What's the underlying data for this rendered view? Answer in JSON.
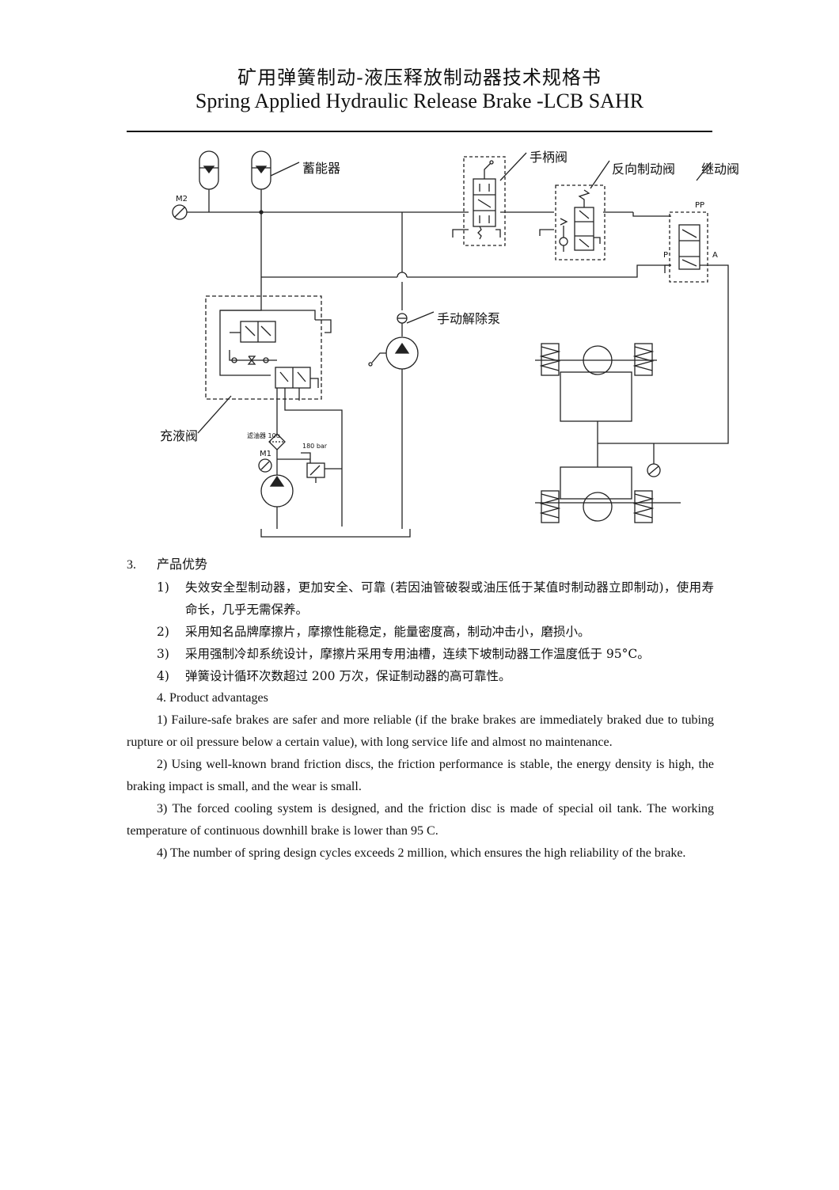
{
  "header": {
    "title_cn": "矿用弹簧制动-液压释放制动器技术规格书",
    "title_en": "Spring Applied Hydraulic Release Brake -LCB SAHR"
  },
  "diagram": {
    "labels": {
      "accumulator": "蓄能器",
      "handle_valve": "手柄阀",
      "reverse_brake_valve": "反向制动阀",
      "relay_valve": "继动阀",
      "manual_release_pump": "手动解除泵",
      "charging_valve": "充液阀",
      "gauge_m2": "M2",
      "gauge_m1": "M1",
      "filter": "滤油器 10u",
      "relief_pressure": "180 bar",
      "port_pp": "PP",
      "port_p": "P",
      "port_a": "A"
    }
  },
  "section_cn": {
    "number": "3.",
    "heading": "产品优势",
    "items": [
      {
        "num": "1)",
        "text": "失效安全型制动器，更加安全、可靠 (若因油管破裂或油压低于某值时制动器立即制动)，使用寿命长，几乎无需保养。"
      },
      {
        "num": "2)",
        "text": "采用知名品牌摩擦片，摩擦性能稳定，能量密度高，制动冲击小，磨损小。"
      },
      {
        "num": "3)",
        "text": "采用强制冷却系统设计，摩擦片采用专用油槽，连续下坡制动器工作温度低于 95°C。"
      },
      {
        "num": "4)",
        "text": "弹簧设计循环次数超过 200 万次，保证制动器的高可靠性。"
      }
    ]
  },
  "section_en": {
    "heading": "4. Product advantages",
    "paragraphs": [
      "1) Failure-safe brakes are safer and more reliable (if the brake brakes are immediately braked due to tubing rupture or oil pressure below a certain value), with long service life and almost no maintenance.",
      "2) Using well-known brand friction discs, the friction performance is stable, the energy density is high, the braking impact is small, and the wear is small.",
      "3) The forced cooling system is designed, and the friction disc is made of special oil tank. The working temperature of continuous downhill brake is lower than 95 C.",
      "4) The number of spring design cycles exceeds 2 million, which ensures the high reliability of the brake."
    ]
  }
}
